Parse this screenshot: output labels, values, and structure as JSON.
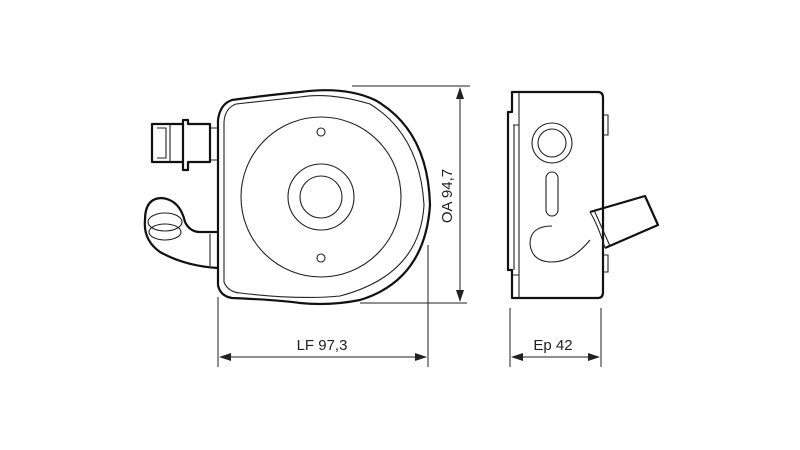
{
  "dimensions": {
    "height_label": "OA 94,7",
    "length_label": "LF 97,3",
    "thickness_label": "Ep 42"
  },
  "colors": {
    "line": "#111111",
    "background": "#ffffff"
  }
}
